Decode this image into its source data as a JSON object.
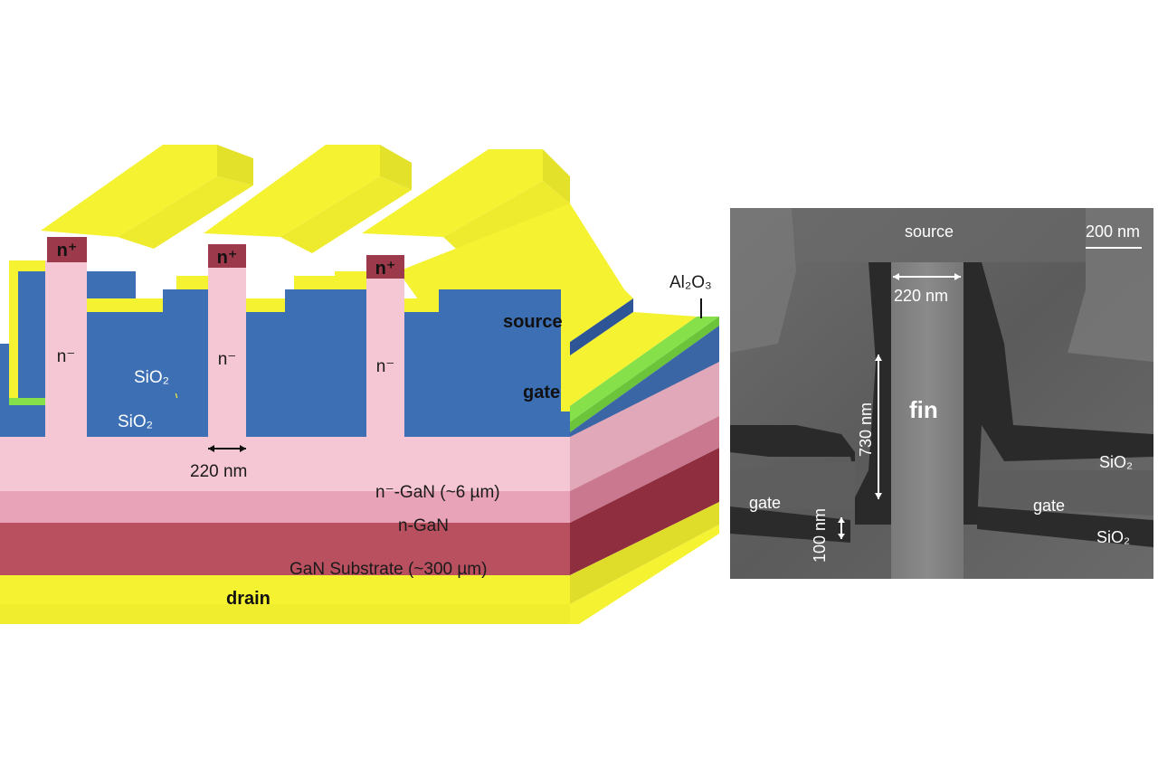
{
  "schematic": {
    "n_plus": "n⁺",
    "n_minus": "n⁻",
    "sio2_upper": "SiO₂",
    "sio2_lower": "SiO₂",
    "source": "source",
    "gate": "gate",
    "al2o3": "Al₂O₃",
    "fin_width": "220 nm",
    "n_minus_gan": "n⁻-GaN (~6 µm)",
    "n_gan": "n-GaN",
    "substrate": "GaN Substrate (~300 µm)",
    "drain": "drain"
  },
  "sem": {
    "source": "source",
    "scale_bar": "200 nm",
    "fin_width": "220 nm",
    "fin_height": "730 nm",
    "fin": "fin",
    "sio2_right_upper": "SiO₂",
    "gate_left": "gate",
    "gate_right": "gate",
    "sio2_right_lower": "SiO₂",
    "oxide_thickness": "100 nm"
  },
  "colors": {
    "yellow": "#f5f232",
    "yellow_side": "#e4e12a",
    "blue": "#3c6fb4",
    "green": "#86e04a",
    "pink": "#f5c6d3",
    "n_gan": "#e9a3b8",
    "substrate": "#b9505f",
    "n_plus": "#9c3a4c"
  }
}
